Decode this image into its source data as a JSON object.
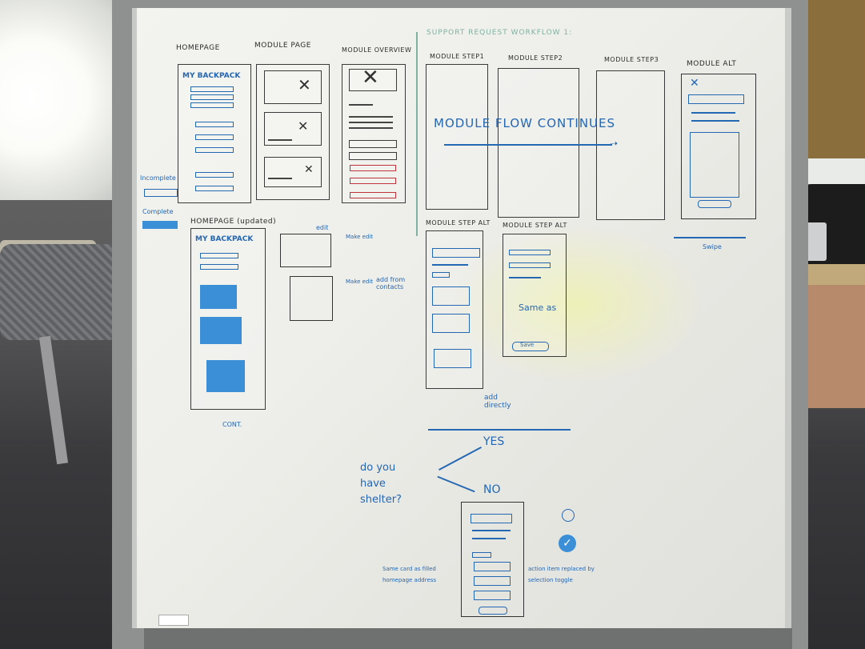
{
  "labels": {
    "homepage": "HOMEPAGE",
    "module_page": "MODULE PAGE",
    "module_overview": "MODULE OVERVIEW",
    "support_flow": "SUPPORT REQUEST WORKFLOW 1:",
    "module_step1": "MODULE STEP1",
    "module_step2": "MODULE STEP2",
    "module_step3": "MODULE STEP3",
    "module_alt": "MODULE ALT",
    "module_flow_continues": "MODULE FLOW CONTINUES",
    "incomplete": "Incomplete",
    "complete": "Complete",
    "homepage_updated": "HOMEPAGE (updated)",
    "my_backpack": "MY BACKPACK",
    "my_backpack2": "MY BACKPACK",
    "edit": "edit",
    "make_edit": "Make edit",
    "make_edit2": "Make edit",
    "add_from_contacts": "add from contacts",
    "module_step_alt1": "MODULE STEP ALT",
    "module_step_alt2": "MODULE STEP ALT",
    "same_as": "Same as",
    "save": "Save",
    "add_directly": "add directly",
    "cont": "CONT.",
    "do_you_have_shelter": "do you have shelter?",
    "yes": "YES",
    "no": "NO",
    "same_card": "Same card as filled homepage address",
    "action_item": "action item replaced by selection toggle",
    "swipe": "Swipe"
  }
}
